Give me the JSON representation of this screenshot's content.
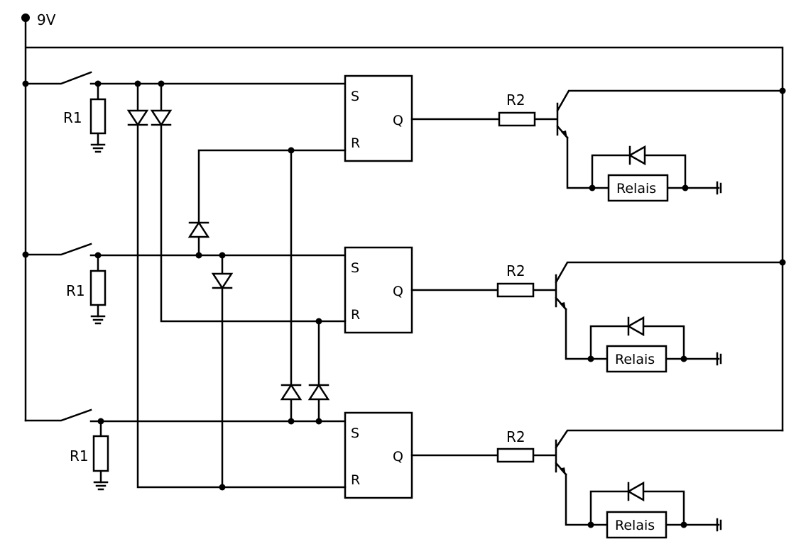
{
  "supply": {
    "label": "9V"
  },
  "channels": [
    {
      "resistor_input": "R1",
      "flipflop": {
        "set": "S",
        "reset": "R",
        "output": "Q"
      },
      "resistor_base": "R2",
      "relay": "Relais"
    },
    {
      "resistor_input": "R1",
      "flipflop": {
        "set": "S",
        "reset": "R",
        "output": "Q"
      },
      "resistor_base": "R2",
      "relay": "Relais"
    },
    {
      "resistor_input": "R1",
      "flipflop": {
        "set": "S",
        "reset": "R",
        "output": "Q"
      },
      "resistor_base": "R2",
      "relay": "Relais"
    }
  ]
}
